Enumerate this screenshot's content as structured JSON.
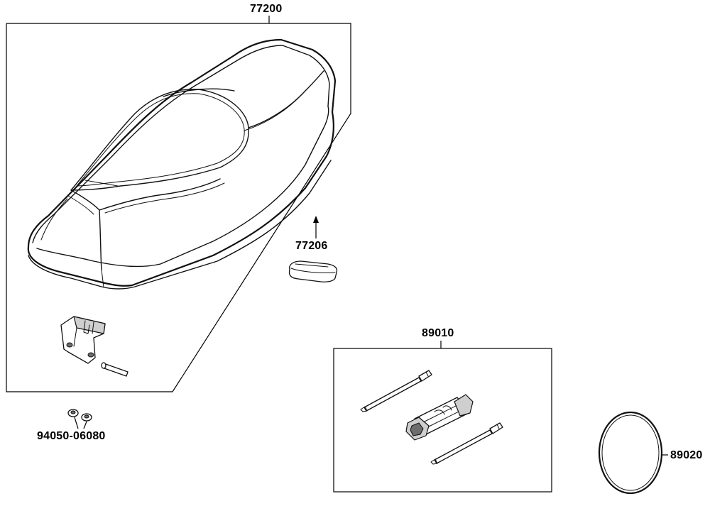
{
  "diagram": {
    "parts": [
      {
        "id": "seat-assembly",
        "number": "77200"
      },
      {
        "id": "seat-buffer",
        "number": "77206"
      },
      {
        "id": "tool-kit",
        "number": "89010"
      },
      {
        "id": "o-ring-band",
        "number": "89020"
      },
      {
        "id": "nut",
        "number": "94050-06080"
      }
    ]
  }
}
